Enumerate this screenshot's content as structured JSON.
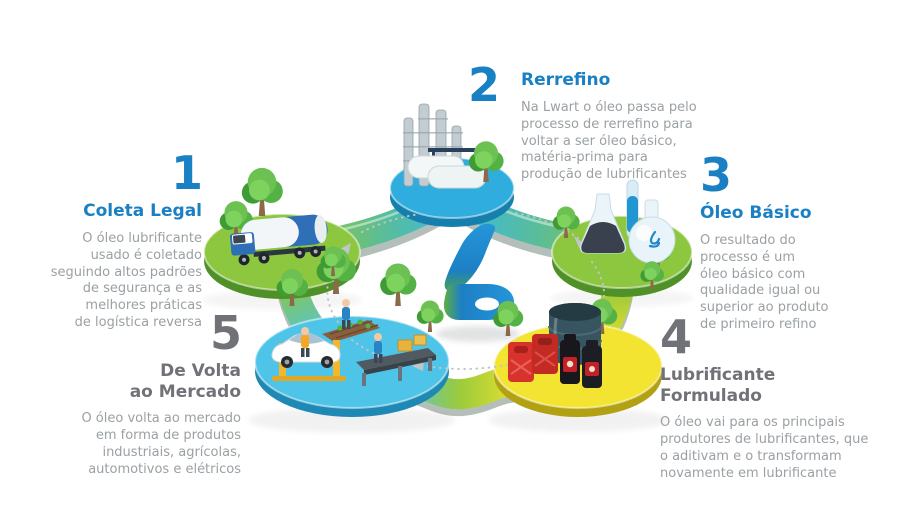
{
  "brand": "Lwart",
  "center": {
    "logo": "lwart-logo"
  },
  "palette": {
    "step_number_blue": "#1a80c4",
    "step_number_gray": "#717277",
    "body_text_gray": "#9aa0a4",
    "island_green": "#8dc63f",
    "island_teal": "#2fadde",
    "island_cyan": "#4ec4e8",
    "island_yellow": "#f3e431",
    "logo_blue": "#1d7fc4",
    "logo_green": "#5fae43",
    "truck_blue": "#2e6fb8",
    "can_red": "#d7332c"
  },
  "steps": [
    {
      "number": "1",
      "title": "Coleta Legal",
      "lines": [
        "O óleo lubrificante",
        "usado é coletado",
        "seguindo altos padrões",
        "de segurança e as",
        "melhores práticas",
        "de logística reversa"
      ]
    },
    {
      "number": "2",
      "title": "Rerrefino",
      "lines": [
        "Na Lwart o óleo passa pelo",
        "processo de rerrefino para",
        "voltar a ser óleo básico,",
        "matéria-prima para",
        "produção de lubrificantes"
      ]
    },
    {
      "number": "3",
      "title": "Óleo Básico",
      "lines": [
        "O resultado do",
        "processo é um",
        "óleo básico com",
        "qualidade igual ou",
        "superior ao produto",
        "de primeiro refino"
      ]
    },
    {
      "number": "4",
      "title": [
        "Lubrificante",
        "Formulado"
      ],
      "lines": [
        "O óleo vai para os principais",
        "produtores de lubrificantes, que",
        "o aditivam e o transformam",
        "novamente em lubrificante"
      ]
    },
    {
      "number": "5",
      "title": [
        "De Volta",
        "ao Mercado"
      ],
      "lines": [
        "O óleo volta ao mercado",
        "em forma de produtos",
        "industriais, agrícolas,",
        "automotivos e elétricos"
      ]
    }
  ]
}
